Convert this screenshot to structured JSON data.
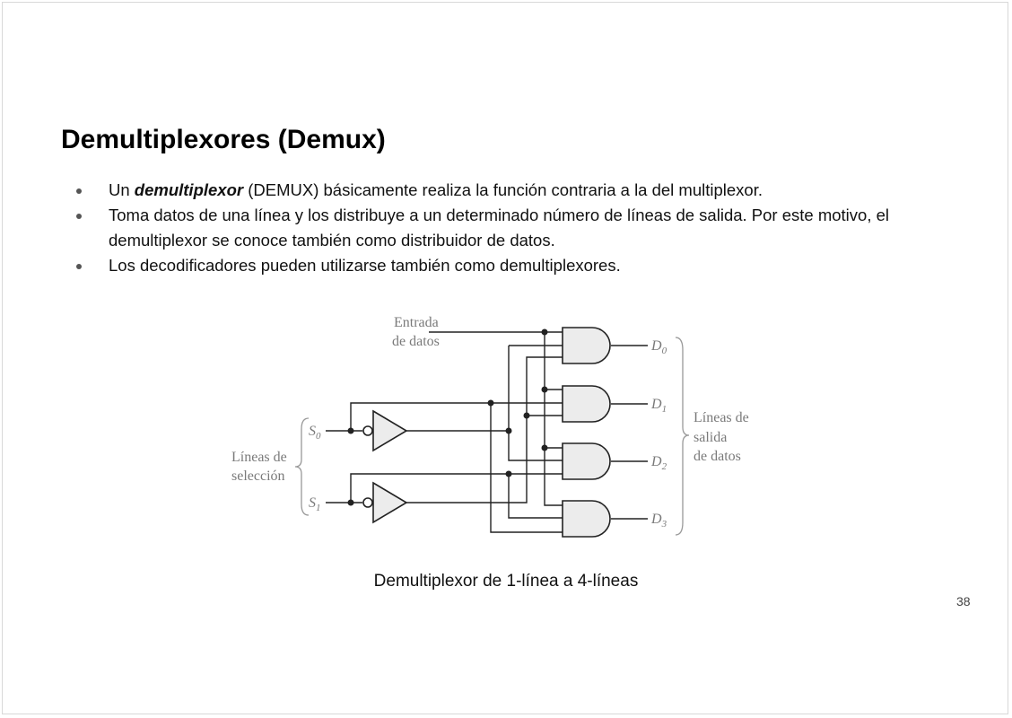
{
  "slide": {
    "title": "Demultiplexores (Demux)",
    "bullets": [
      {
        "prefix": "Un ",
        "emphasis": "demultiplexor",
        "suffix": " (DEMUX) básicamente realiza la función contraria a la del multiplexor."
      },
      {
        "text": "Toma datos de una línea y los distribuye a un determinado número de líneas de salida. Por este motivo, el demultiplexor se conoce también como distribuidor de datos."
      },
      {
        "text": "Los decodificadores pueden utilizarse también como demultiplexores."
      }
    ],
    "caption": "Demultiplexor de 1-línea a 4-líneas",
    "page_number": "38"
  },
  "diagram": {
    "data_input_label": [
      "Entrada",
      "de datos"
    ],
    "selection_label": [
      "Líneas de",
      "selección"
    ],
    "output_group_label": [
      "Líneas de",
      "salida",
      "de datos"
    ],
    "select_inputs": [
      {
        "name": "S",
        "sub": "0"
      },
      {
        "name": "S",
        "sub": "1"
      }
    ],
    "outputs": [
      {
        "name": "D",
        "sub": "0"
      },
      {
        "name": "D",
        "sub": "1"
      },
      {
        "name": "D",
        "sub": "2"
      },
      {
        "name": "D",
        "sub": "3"
      }
    ]
  }
}
